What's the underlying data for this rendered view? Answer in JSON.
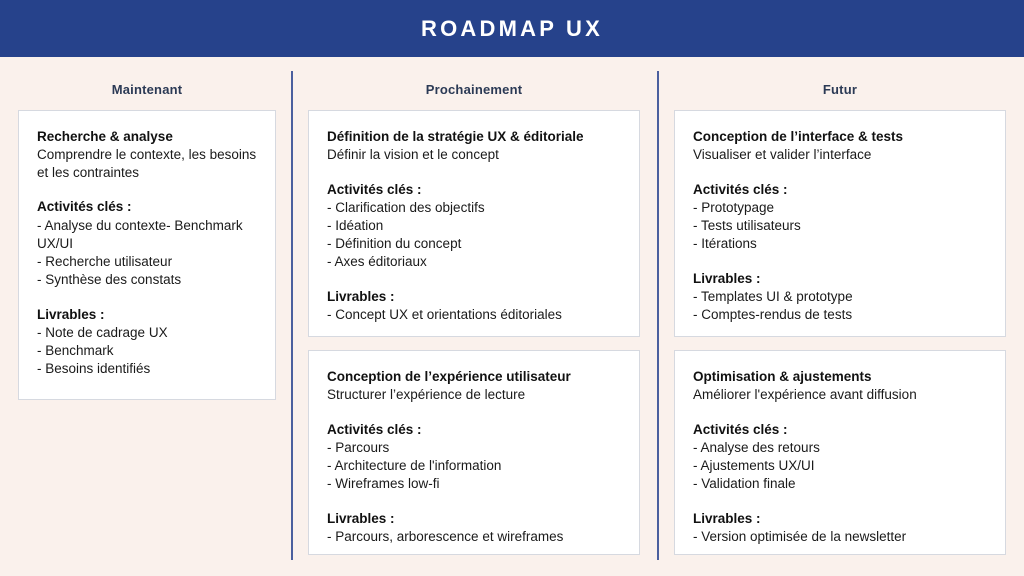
{
  "header": {
    "title": "ROADMAP UX",
    "background_color": "#26428b",
    "text_color": "#ffffff"
  },
  "page": {
    "background_color": "#faf1ec",
    "divider_color": "#4a5f9e",
    "card_background": "#ffffff",
    "card_border_color": "#d6d9e0",
    "column_title_color": "#2b3a55"
  },
  "columns": [
    {
      "title": "Maintenant",
      "cards": [
        {
          "title": "Recherche & analyse",
          "subtitle": "Comprendre le contexte, les besoins et les contraintes",
          "activities_label": "Activités clés :",
          "activities": [
            "- Analyse du contexte- Benchmark UX/UI",
            "- Recherche utilisateur",
            "- Synthèse des constats"
          ],
          "deliverables_label": "Livrables :",
          "deliverables": [
            "- Note de cadrage UX",
            "- Benchmark",
            "- Besoins identifiés"
          ]
        }
      ]
    },
    {
      "title": "Prochainement",
      "cards": [
        {
          "title": "Définition de la stratégie UX & éditoriale",
          "subtitle": "Définir la vision et le concept",
          "activities_label": "Activités clés :",
          "activities": [
            "- Clarification des objectifs",
            "- Idéation",
            "- Définition du concept",
            "- Axes éditoriaux"
          ],
          "deliverables_label": "Livrables :",
          "deliverables": [
            "- Concept UX et orientations éditoriales"
          ]
        },
        {
          "title": "Conception de l’expérience utilisateur",
          "subtitle": "Structurer l’expérience de lecture",
          "activities_label": "Activités clés :",
          "activities": [
            "- Parcours",
            "- Architecture de l'information",
            "- Wireframes low-fi"
          ],
          "deliverables_label": "Livrables :",
          "deliverables": [
            "- Parcours, arborescence et wireframes"
          ]
        }
      ]
    },
    {
      "title": "Futur",
      "cards": [
        {
          "title": "Conception de l’interface & tests",
          "subtitle": "Visualiser et valider l’interface",
          "activities_label": "Activités clés :",
          "activities": [
            "- Prototypage",
            "- Tests utilisateurs",
            "- Itérations"
          ],
          "deliverables_label": "Livrables :",
          "deliverables": [
            "- Templates UI & prototype",
            "- Comptes-rendus de tests"
          ]
        },
        {
          "title": "Optimisation & ajustements",
          "subtitle": "Améliorer l'expérience avant diffusion",
          "activities_label": "Activités clés :",
          "activities": [
            "- Analyse des retours",
            "- Ajustements UX/UI",
            "- Validation finale"
          ],
          "deliverables_label": "Livrables :",
          "deliverables": [
            "- Version optimisée de la newsletter"
          ]
        }
      ]
    }
  ]
}
